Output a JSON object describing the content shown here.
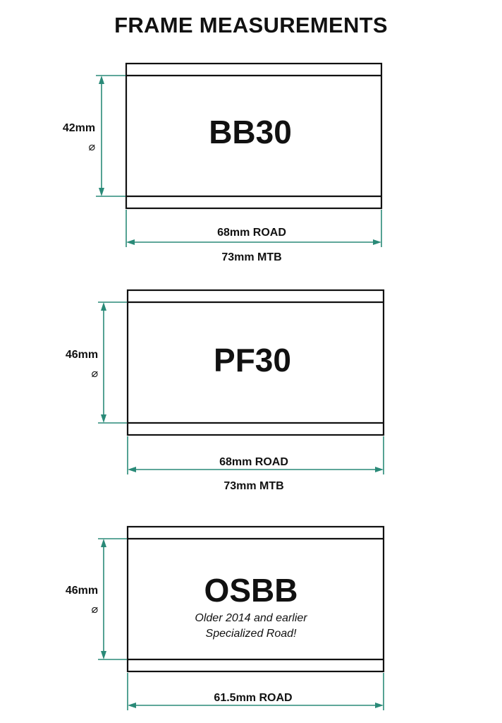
{
  "title": "FRAME MEASUREMENTS",
  "diameter_symbol": "⌀",
  "colors": {
    "dimension_line": "#2a8a78",
    "outline": "#111111"
  },
  "shells": [
    {
      "name": "BB30",
      "diameter": "42mm",
      "width_lines": [
        "68mm ROAD",
        "73mm MTB"
      ],
      "notes": []
    },
    {
      "name": "PF30",
      "diameter": "46mm",
      "width_lines": [
        "68mm ROAD",
        "73mm MTB"
      ],
      "notes": []
    },
    {
      "name": "OSBB",
      "diameter": "46mm",
      "width_lines": [
        "61.5mm ROAD"
      ],
      "notes": [
        "Older 2014 and earlier",
        "Specialized Road!"
      ]
    }
  ]
}
